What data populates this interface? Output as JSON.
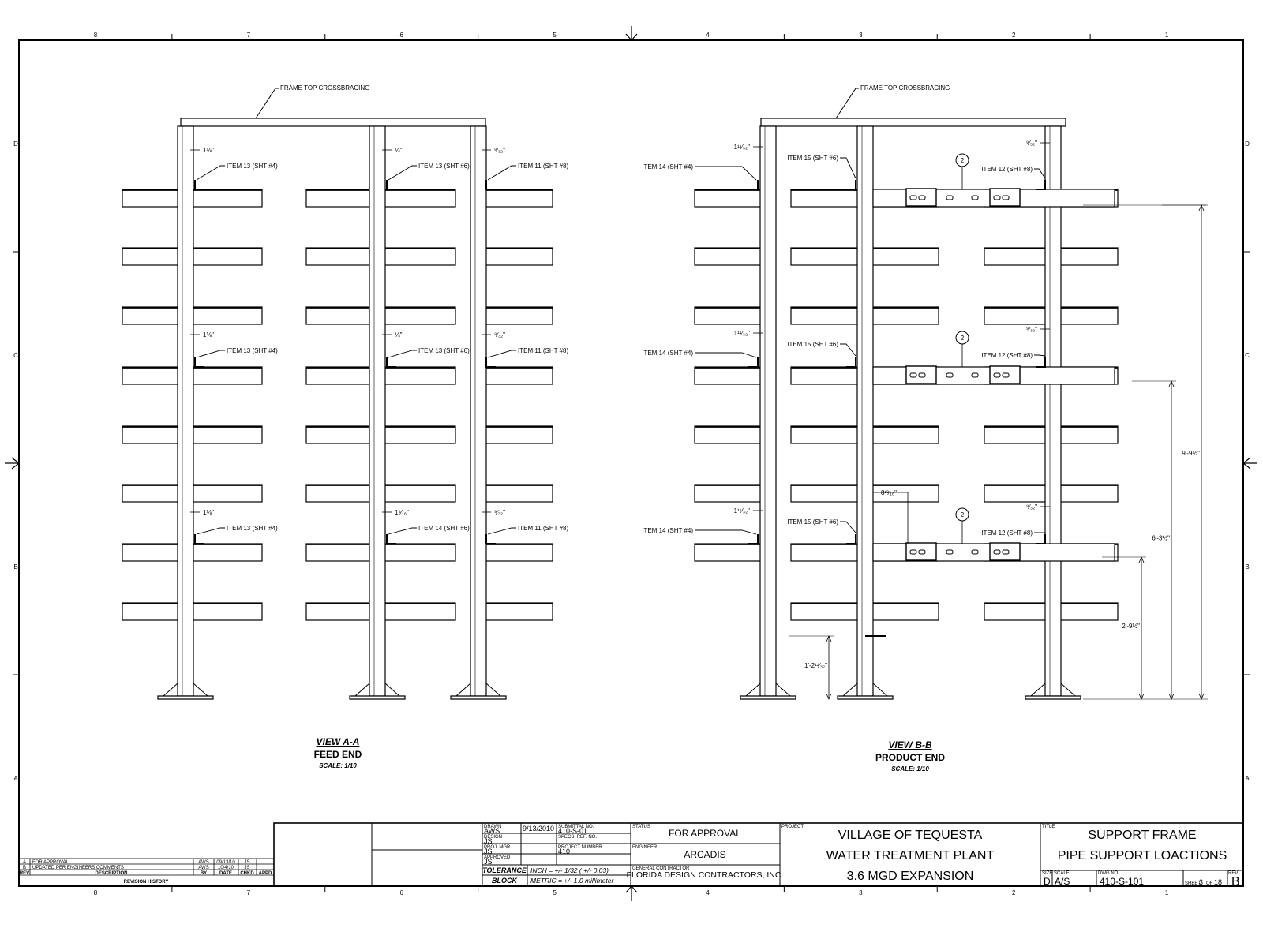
{
  "zones": {
    "columns": [
      "8",
      "7",
      "6",
      "5",
      "4",
      "3",
      "2",
      "1"
    ],
    "rows": [
      "D",
      "C",
      "B",
      "A"
    ]
  },
  "view_a": {
    "title": "VIEW A-A",
    "subtitle": "FEED END",
    "scale": "SCALE: 1/10",
    "crossbracing": "FRAME TOP CROSSBRACING",
    "callouts": [
      {
        "dim": "1⅛\"",
        "item": "ITEM 13 (SHT #4)"
      },
      {
        "dim": "¼\"",
        "item": "ITEM 13 (SHT #6)"
      },
      {
        "dim": "⁹⁄₃₂\"",
        "item": "ITEM 11 (SHT #8)"
      },
      {
        "dim": "1⅛\"",
        "item": "ITEM 13 (SHT #4)"
      },
      {
        "dim": "¼\"",
        "item": "ITEM 13 (SHT #6)"
      },
      {
        "dim": "⁹⁄₃₂\"",
        "item": "ITEM 11 (SHT #8)"
      },
      {
        "dim": "1⅛\"",
        "item": "ITEM 13 (SHT #4)"
      },
      {
        "dim": "1⁵⁄₁₆\"",
        "item": "ITEM 14 (SHT #6)"
      },
      {
        "dim": "⁹⁄₃₂\"",
        "item": "ITEM 11 (SHT #8)"
      }
    ]
  },
  "view_b": {
    "title": "VIEW B-B",
    "subtitle": "PRODUCT END",
    "scale": "SCALE: 1/10",
    "crossbracing": "FRAME TOP CROSSBRACING",
    "callouts": [
      {
        "dim": "1¹¹⁄₃₂\"",
        "item": "ITEM 14 (SHT #4)"
      },
      {
        "dim": "",
        "item": "ITEM 15 (SHT #6)"
      },
      {
        "dim": "⁹⁄₃₂\"",
        "item": "ITEM 12 (SHT #8)"
      },
      {
        "dim": "1¹¹⁄₃₂\"",
        "item": "ITEM 14 (SHT #4)"
      },
      {
        "dim": "",
        "item": "ITEM 15 (SHT #6)"
      },
      {
        "dim": "⁹⁄₃₂\"",
        "item": "ITEM 12 (SHT #8)"
      },
      {
        "dim": "1¹¹⁄₃₂\"",
        "item": "ITEM 14 (SHT #4)"
      },
      {
        "dim": "",
        "item": "ITEM 15 (SHT #6)"
      },
      {
        "dim": "⁹⁄₃₂\"",
        "item": "ITEM 12 (SHT #8)"
      }
    ],
    "balloon": "2",
    "dim_spacing": "8¹³⁄₁₆\"",
    "dim_overall": "9'-9½\"",
    "dim_mid": "6'-3½\"",
    "dim_low": "2'-9½\"",
    "dim_base": "1'-2¹¹⁄₃₂\""
  },
  "revisions": {
    "rows": [
      {
        "rev": "A",
        "description": "FOR APPROVAL",
        "by": "AWS",
        "date": "09/13/10",
        "chkd": "JS",
        "appd": ""
      },
      {
        "rev": "B",
        "description": "UPDATED PER ENGINEERS COMMENTS",
        "by": "AWS",
        "date": "10/4/10",
        "chkd": "JS",
        "appd": ""
      }
    ],
    "headers": {
      "rev": "REV",
      "description": "DESCRIPTION",
      "by": "BY",
      "date": "DATE",
      "chkd": "CHKD",
      "appd": "APPD"
    },
    "footer": "REVISION HISTORY"
  },
  "title_block": {
    "drawn_label": "DRAWN",
    "drawn_value": "AWS",
    "drawn_date": "9/13/2010",
    "submittal_label": "SUBMITTAL NO.",
    "submittal_value": "410-S-01",
    "design_label": "DESIGN",
    "design_value": "JS",
    "spec_label": "SPECS. REF. NO.",
    "projmgr_label": "PROJ. MGR",
    "projmgr_value": "JS",
    "project_number_label": "PROJECT NUMBER",
    "project_number_value": "410",
    "approved_label": "APPROVED",
    "approved_value": "JS",
    "tolerance_title_1": "TOLERANCE",
    "tolerance_title_2": "BLOCK",
    "tolerance_inch": "INCH = +/- 1/32 ( +/- 0.03)",
    "tolerance_metric": "METRIC = +/- 1.0 millimeter",
    "status_label": "STATUS",
    "status_value": "FOR APPROVAL",
    "engineer_label": "ENGINEER",
    "engineer_value": "ARCADIS",
    "gc_label": "GENERAL CONTRACTOR",
    "gc_value": "FLORIDA DESIGN CONTRACTORS, INC.",
    "project_label": "PROJECT",
    "project_line1": "VILLAGE OF TEQUESTA",
    "project_line2": "WATER TREATMENT PLANT",
    "project_line3": "3.6 MGD EXPANSION",
    "title_label": "TITLE",
    "title_line1": "SUPPORT FRAME",
    "title_line2": "PIPE SUPPORT LOACTIONS",
    "size_label": "SIZE",
    "size_value": "D",
    "scale_label": "SCALE",
    "scale_value": "A/S",
    "dwg_label": "DWG NO.",
    "dwg_value": "410-S-101",
    "sheet_text": "SHEET",
    "sheet_value": "3",
    "of_text": "OF",
    "sheet_total": "18",
    "rev_label": "REV",
    "rev_value": "B"
  }
}
